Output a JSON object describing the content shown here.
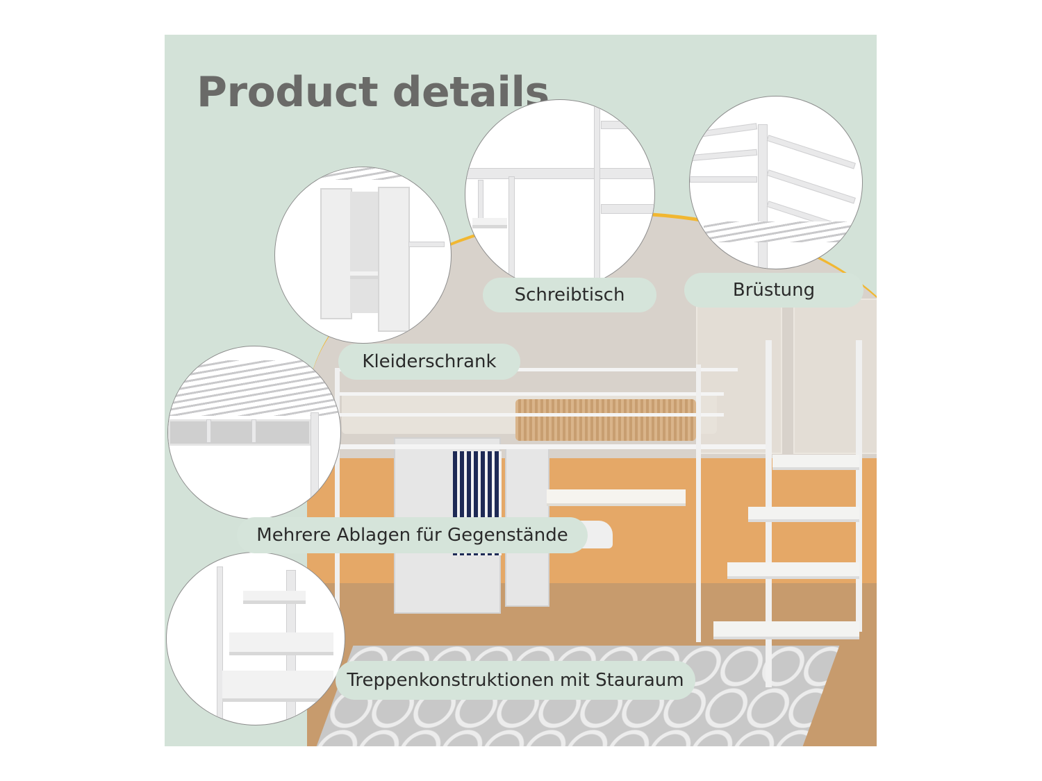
{
  "page": {
    "title": "Product details",
    "background_color": "#d3e2d8",
    "accent_color": "#f1b731",
    "title_color": "#6a6a68",
    "pill_color": "#d5e4da"
  },
  "callouts": [
    {
      "id": "wardrobe",
      "label": "Kleiderschrank"
    },
    {
      "id": "desk",
      "label": "Schreibtisch"
    },
    {
      "id": "guardrail",
      "label": "Brüstung"
    },
    {
      "id": "shelves",
      "label": "Mehrere Ablagen für Gegenstände"
    },
    {
      "id": "stairs",
      "label": "Treppenkonstruktionen mit Stauraum"
    }
  ],
  "detail_images": [
    {
      "id": "wardrobe-detail",
      "depicts": "open wardrobe with two doors and shelf"
    },
    {
      "id": "desk-detail",
      "depicts": "desk frame with shelf"
    },
    {
      "id": "guardrail-detail",
      "depicts": "bed guardrail corner with slats"
    },
    {
      "id": "shelves-detail",
      "depicts": "open cubby shelves under bed"
    },
    {
      "id": "stairs-detail",
      "depicts": "storage staircase shelves"
    }
  ],
  "scene": {
    "depicts": "white metal loft bed with wardrobe, desk and storage staircase"
  }
}
